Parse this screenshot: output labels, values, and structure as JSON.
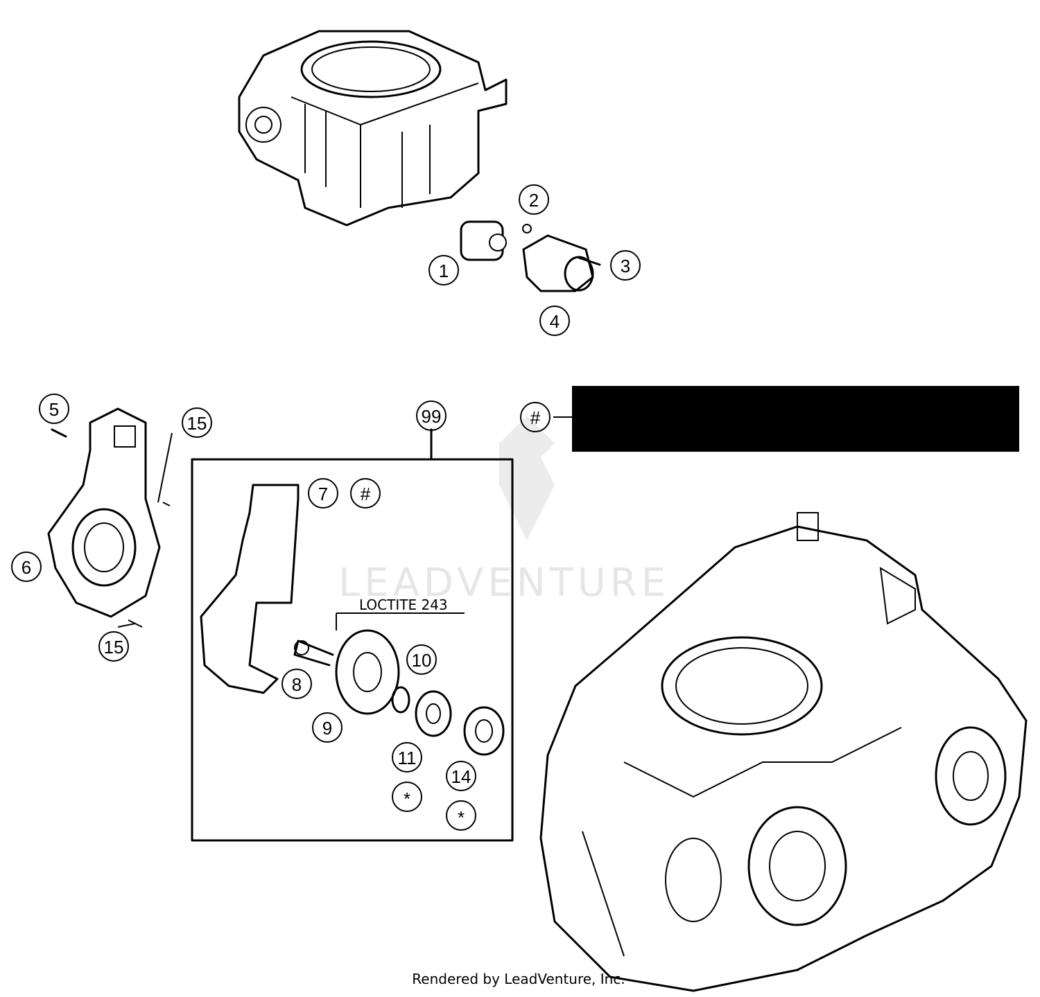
{
  "callouts": {
    "c1": "1",
    "c2": "2",
    "c3": "3",
    "c4": "4",
    "c5": "5",
    "c6": "6",
    "c7": "7",
    "c7b": "#",
    "c8": "8",
    "c9": "9",
    "c10": "10",
    "c11": "11",
    "c11b": "*",
    "c14": "14",
    "c14b": "*",
    "c15a": "15",
    "c15b": "15",
    "c99": "99",
    "legend_hash": "#"
  },
  "note": "LOCTITE 243",
  "watermark": "LEADVENTURE",
  "footer": "Rendered by LeadVenture, Inc."
}
